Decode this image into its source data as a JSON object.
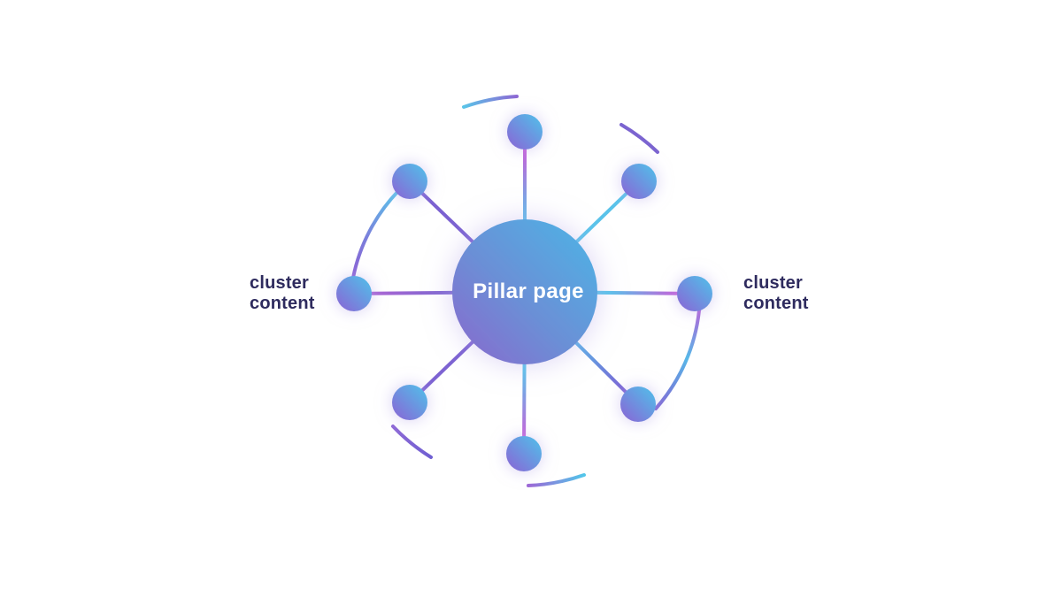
{
  "diagram": {
    "type": "hub-and-spoke topic cluster",
    "center_label": "Pillar page",
    "satellite_count": 8,
    "satellite_nodes": [
      "top",
      "top-right",
      "right",
      "bottom-right",
      "bottom",
      "bottom-left",
      "left",
      "top-left"
    ]
  },
  "labels": {
    "left": {
      "line1": "cluster",
      "line2": "content"
    },
    "right": {
      "line1": "cluster",
      "line2": "content"
    }
  },
  "colors": {
    "background": "#ffffff",
    "label-text": "#2e2b5e",
    "center-text": "#ffffff",
    "accent-cyan": "#54c1e9",
    "accent-blue": "#5b9fde",
    "accent-purple": "#8264d2",
    "accent-magenta": "#c561d8",
    "glow": "#b7a8ea"
  }
}
